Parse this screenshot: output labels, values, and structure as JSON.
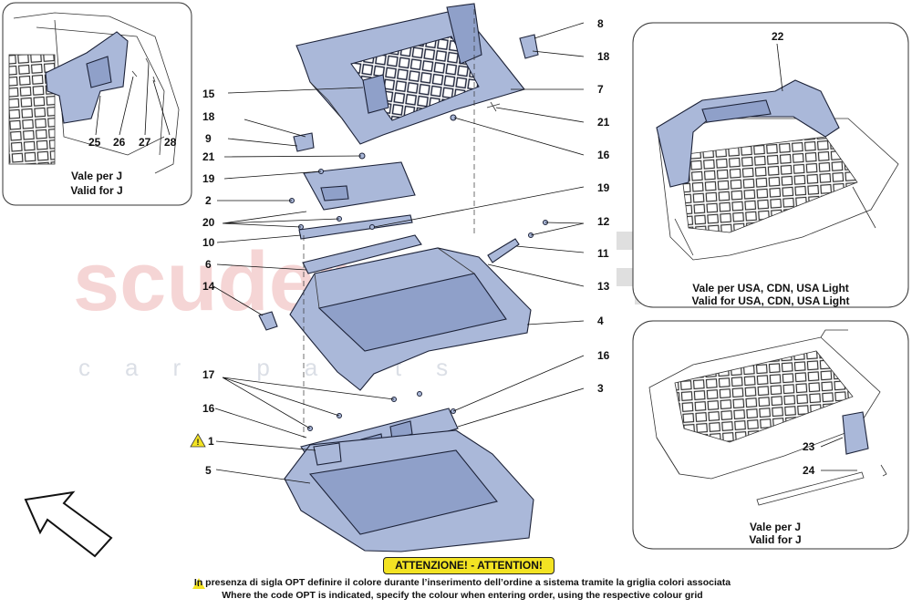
{
  "watermark": {
    "brand": "scuderia",
    "sub": "car parts"
  },
  "callouts": [
    "1",
    "2",
    "3",
    "4",
    "5",
    "6",
    "7",
    "8",
    "9",
    "10",
    "11",
    "12",
    "13",
    "14",
    "15",
    "16",
    "17",
    "18",
    "19",
    "20",
    "21",
    "22",
    "23",
    "24",
    "25",
    "26",
    "27",
    "28"
  ],
  "inset_left": {
    "line1": "Vale per J",
    "line2": "Valid for J"
  },
  "inset_top_right": {
    "line1": "Vale per USA, CDN, USA Light",
    "line2": "Valid for USA, CDN, USA Light"
  },
  "inset_bottom_right": {
    "line1": "Vale per J",
    "line2": "Valid for J"
  },
  "attention": {
    "title": "ATTENZIONE! - ATTENTION!",
    "line_it": "In presenza di sigla OPT definire il colore durante l’inserimento dell’ordine a sistema tramite la griglia colori associata",
    "line_en": "Where the code OPT is indicated, specify the colour when entering order, using the respective colour grid"
  },
  "colors": {
    "part_fill": "#aab8d9",
    "attention_yellow": "#f3e323",
    "watermark_red": "#e58a8a"
  },
  "icons": [
    "warning-icon",
    "direction-arrow-icon"
  ]
}
